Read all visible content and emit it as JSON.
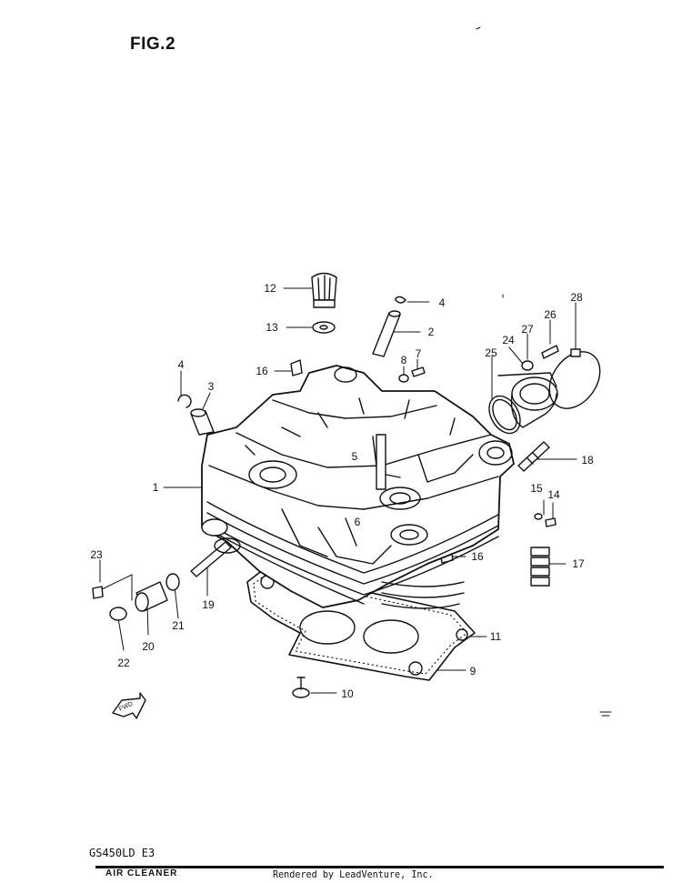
{
  "figure": {
    "title": "FIG.2",
    "model": "GS450LD  E3",
    "section": "AIR CLEANER",
    "credit": "Rendered by LeadVenture, Inc.",
    "fwd_label": "FWD"
  },
  "callouts": [
    {
      "id": "1",
      "label": "1"
    },
    {
      "id": "2",
      "label": "2"
    },
    {
      "id": "3",
      "label": "3"
    },
    {
      "id": "4a",
      "label": "4"
    },
    {
      "id": "4b",
      "label": "4"
    },
    {
      "id": "5",
      "label": "5"
    },
    {
      "id": "6",
      "label": "6"
    },
    {
      "id": "7",
      "label": "7"
    },
    {
      "id": "8",
      "label": "8"
    },
    {
      "id": "9",
      "label": "9"
    },
    {
      "id": "10",
      "label": "10"
    },
    {
      "id": "11",
      "label": "11"
    },
    {
      "id": "12",
      "label": "12"
    },
    {
      "id": "13",
      "label": "13"
    },
    {
      "id": "14",
      "label": "14"
    },
    {
      "id": "15",
      "label": "15"
    },
    {
      "id": "16a",
      "label": "16"
    },
    {
      "id": "16b",
      "label": "16"
    },
    {
      "id": "17",
      "label": "17"
    },
    {
      "id": "18",
      "label": "18"
    },
    {
      "id": "19",
      "label": "19"
    },
    {
      "id": "20",
      "label": "20"
    },
    {
      "id": "21",
      "label": "21"
    },
    {
      "id": "22",
      "label": "22"
    },
    {
      "id": "23",
      "label": "23"
    },
    {
      "id": "24",
      "label": "24"
    },
    {
      "id": "25",
      "label": "25"
    },
    {
      "id": "26",
      "label": "26"
    },
    {
      "id": "27",
      "label": "27"
    },
    {
      "id": "28",
      "label": "28"
    }
  ]
}
